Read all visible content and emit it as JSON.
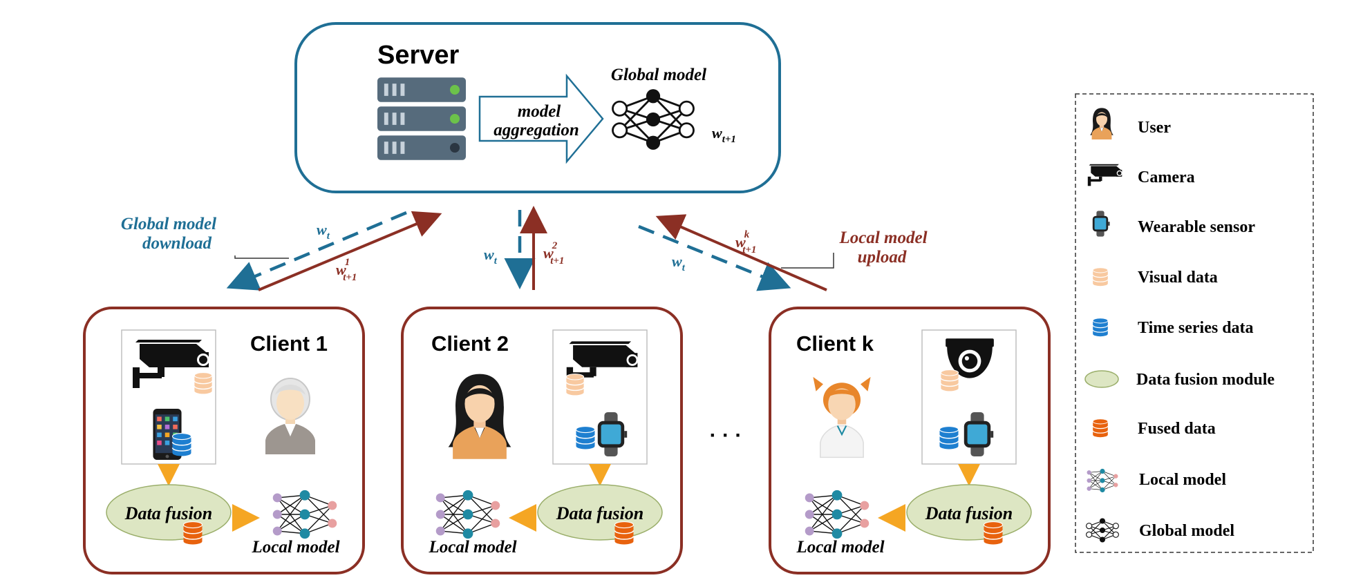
{
  "colors": {
    "server_border": "#1f6f95",
    "client_border": "#8b2f24",
    "download_blue": "#1f6f95",
    "upload_red": "#8b2f24",
    "fusion_fill": "#dde6c3",
    "orange_arrow": "#f5a623",
    "visual_data": "#f8c9a0",
    "time_series_data": "#1e7fd0",
    "fused_data": "#e8620e",
    "node_teal": "#1f8aa3",
    "node_purple": "#b49bc9",
    "node_pink": "#e8a0a0"
  },
  "server": {
    "title": "Server",
    "aggregation_line1": "model",
    "aggregation_line2": "aggregation",
    "global_model_label": "Global model",
    "weight_base": "w",
    "weight_sub": "t+1"
  },
  "links": {
    "download_label_line1": "Global model",
    "download_label_line2": "download",
    "upload_label_line1": "Local model",
    "upload_label_line2": "upload",
    "wt": "w",
    "wt_sub": "t",
    "w1_sup": "1",
    "w2_sup": "2",
    "wk_sup": "k",
    "wnext_sub": "t+1"
  },
  "clients": [
    {
      "title": "Client 1",
      "fusion_label": "Data fusion",
      "local_model_label": "Local model",
      "user_icon": "elderly-user-icon",
      "devices": [
        "camera-icon",
        "smartphone-icon"
      ]
    },
    {
      "title": "Client 2",
      "fusion_label": "Data fusion",
      "local_model_label": "Local model",
      "user_icon": "woman-user-icon",
      "devices": [
        "camera-icon",
        "smartwatch-icon"
      ]
    },
    {
      "title": "Client k",
      "fusion_label": "Data fusion",
      "local_model_label": "Local model",
      "user_icon": "child-user-icon",
      "devices": [
        "dome-camera-icon",
        "smartwatch-icon"
      ]
    }
  ],
  "ellipsis": "· · ·",
  "legend": {
    "items": [
      {
        "icon": "user-icon",
        "label": "User"
      },
      {
        "icon": "camera-icon",
        "label": "Camera"
      },
      {
        "icon": "wearable-sensor-icon",
        "label": "Wearable sensor"
      },
      {
        "icon": "visual-data-icon",
        "label": "Visual data"
      },
      {
        "icon": "time-series-data-icon",
        "label": "Time series data"
      },
      {
        "icon": "data-fusion-module-icon",
        "label": "Data fusion module"
      },
      {
        "icon": "fused-data-icon",
        "label": "Fused data"
      },
      {
        "icon": "local-model-icon",
        "label": "Local model"
      },
      {
        "icon": "global-model-icon",
        "label": "Global model"
      }
    ]
  }
}
